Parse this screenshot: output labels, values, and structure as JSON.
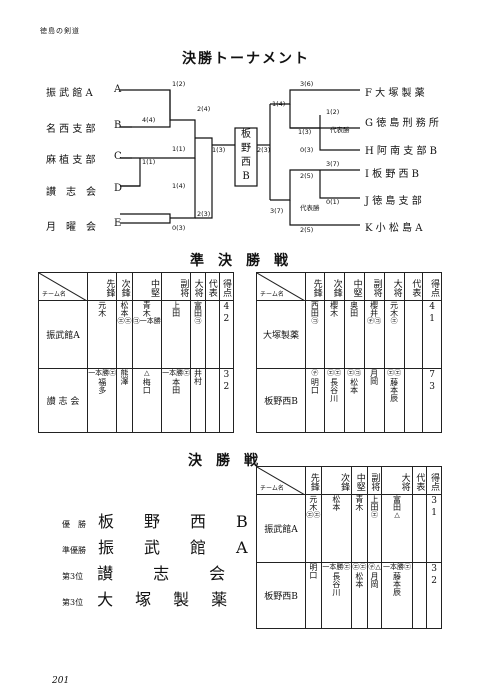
{
  "header": "徳島の剣道",
  "page_number": "201",
  "tournament": {
    "title": "決勝トーナメント",
    "left_teams": [
      {
        "name": "振 武 館 A",
        "letter": "A"
      },
      {
        "name": "名 西 支 部",
        "letter": "B"
      },
      {
        "name": "麻 植 支 部",
        "letter": "C"
      },
      {
        "name": "讃　志　会",
        "letter": "D"
      },
      {
        "name": "月　曜　会",
        "letter": "E"
      }
    ],
    "right_teams": [
      {
        "letter": "F",
        "name": "大 塚 製 薬"
      },
      {
        "letter": "G",
        "name": "徳 島 刑 務 所"
      },
      {
        "letter": "H",
        "name": "阿 南 支 部 B"
      },
      {
        "letter": "I",
        "name": "板 野 西 B"
      },
      {
        "letter": "J",
        "name": "徳 島 支 部"
      },
      {
        "letter": "K",
        "name": "小 松 島 A"
      }
    ],
    "champion": [
      "板",
      "野",
      "西",
      "B"
    ],
    "scores": {
      "a1": "1(2)",
      "ab": "2(4)",
      "b1": "4(4)",
      "b2": "1(1)",
      "c1": "1(1)",
      "d1": "1(4)",
      "d2": "2(3)",
      "e1": "0(3)",
      "lf": "1(3)",
      "rf": "2(3)",
      "f1": "3(6)",
      "fu": "1(4)",
      "g1": "1(2)",
      "gh": "1(3)",
      "h1": "0(3)",
      "rep1": "代表勝",
      "i1": "3(7)",
      "i2": "2(5)",
      "j1": "0(1)",
      "rep2": "代表勝",
      "ik": "3(7)",
      "k1": "2(5)"
    }
  },
  "semifinal": {
    "title": "準　決　勝　戦",
    "positions": [
      "先鋒",
      "次鋒",
      "中堅",
      "副将",
      "大将",
      "代表",
      "得点"
    ],
    "team_label": "チーム名",
    "left": {
      "team1": {
        "name": "振武館A",
        "players": [
          "元木",
          "松本",
          "青木",
          "上田",
          "富田"
        ],
        "marks": [
          "",
          "㋓㋓",
          "㋙一本勝",
          "",
          "㋙"
        ],
        "score": "4\n2"
      },
      "team2": {
        "name": "讃 志 会",
        "players": [
          "福多",
          "熊澤",
          "梅口",
          "本田",
          "井村"
        ],
        "marks": [
          "一本勝㋓",
          "",
          "△",
          "一本勝㋓",
          ""
        ],
        "score": "3\n2"
      }
    },
    "right": {
      "team1": {
        "name": "大塚製薬",
        "players": [
          "西田",
          "櫻木",
          "奥田",
          "櫻井",
          "元木"
        ],
        "marks": [
          "㋙",
          "",
          "",
          "㋠㋙",
          "㋓"
        ],
        "score": "4\n1"
      },
      "team2": {
        "name": "板野西B",
        "players": [
          "明口",
          "長谷川",
          "松本",
          "月岡",
          "藤本辰"
        ],
        "marks": [
          "㋠",
          "㋓㋓",
          "㋓㋙",
          "",
          "㋓㋓"
        ],
        "score": "7\n3"
      }
    }
  },
  "final": {
    "title": "決　勝　戦",
    "team1": {
      "name": "振武館A",
      "players": [
        "元木",
        "松本",
        "青木",
        "上田",
        "富田"
      ],
      "marks": [
        "㋓㋓",
        "",
        "",
        "㋓",
        "△"
      ],
      "score": "3\n1"
    },
    "team2": {
      "name": "板野西B",
      "players": [
        "明口",
        "長谷川",
        "松本",
        "月岡",
        "藤本辰"
      ],
      "marks": [
        "",
        "一本勝㋓",
        "㋓㋓",
        "㋠△",
        "一本勝㋓"
      ],
      "score": "3\n2"
    },
    "rankings": [
      {
        "label": "優　勝",
        "team": "板野西B"
      },
      {
        "label": "準優勝",
        "team": "振武館A"
      },
      {
        "label": "第3位",
        "team": "讃志会"
      },
      {
        "label": "第3位",
        "team": "大塚製薬"
      }
    ]
  }
}
